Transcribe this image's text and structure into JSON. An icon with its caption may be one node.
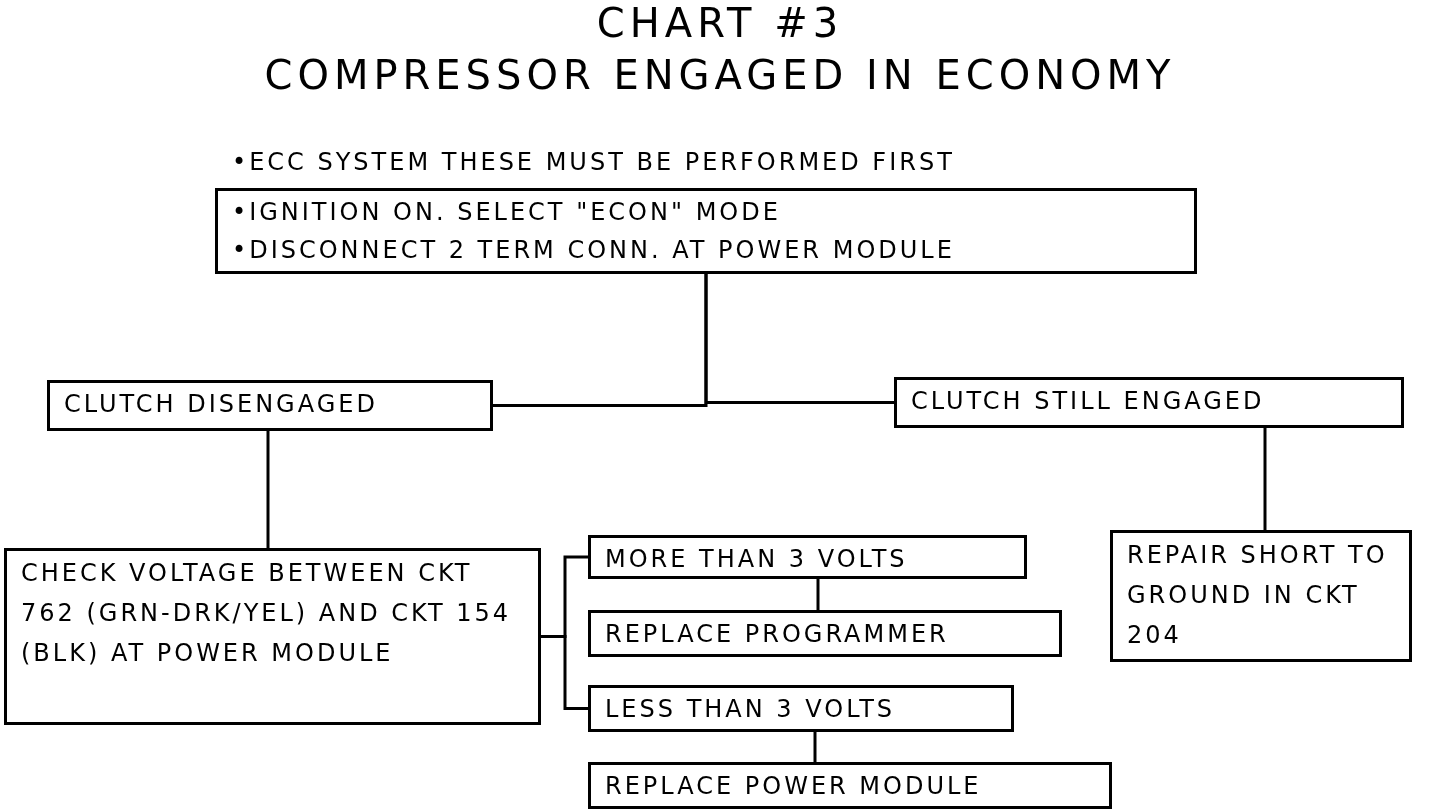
{
  "diagram": {
    "title": "CHART #3",
    "nodes": [
      {
        "text": [
          "•ECC SYSTEM THESE MUST BE PERFORMED FIRST",
          "•IGNITION ON. SELECT \"ECON\" MODE",
          "•DISCONNECT 2 TERM CONN. AT POWER MODULE"
        ]
      },
      {
        "text": [
          "CLUTCH DISENGAGED"
        ]
      },
      {
        "text": [
          "CLUTCH STILL ENGAGED"
        ]
      },
      {
        "text": [
          "CHECK VOLTAGE BETWEEN CKT 762 (GRN-DRK/YEL) AND CKT 154 (BLK) AT POWER MODULE"
        ]
      },
      {
        "text": [
          "MORE THAN 3 VOLTS"
        ]
      },
      {
        "text": [
          "REPLACE PROGRAMMER"
        ]
      },
      {
        "text": [
          "LESS THAN 3 VOLTS"
        ]
      },
      {
        "text": [
          "REPLACE POWER MODULE"
        ]
      },
      {
        "text": [
          "REPAIR SHORT TO GROUND IN CKT 204"
        ]
      }
    ],
    "edges": [
      {
        "from": 0,
        "to": 1,
        "arrow": "none"
      },
      {
        "from": 0,
        "to": 2,
        "arrow": "none"
      },
      {
        "from": 1,
        "to": 3,
        "arrow": "none"
      },
      {
        "from": 3,
        "to": 4,
        "arrow": "none"
      },
      {
        "from": 3,
        "to": 6,
        "arrow": "none"
      },
      {
        "from": 4,
        "to": 5,
        "arrow": "none"
      },
      {
        "from": 6,
        "to": 7,
        "arrow": "none"
      },
      {
        "from": 2,
        "to": 8,
        "arrow": "none"
      }
    ],
    "labels": [
      "COMPRESSOR ENGAGED IN ECONOMY"
    ]
  }
}
